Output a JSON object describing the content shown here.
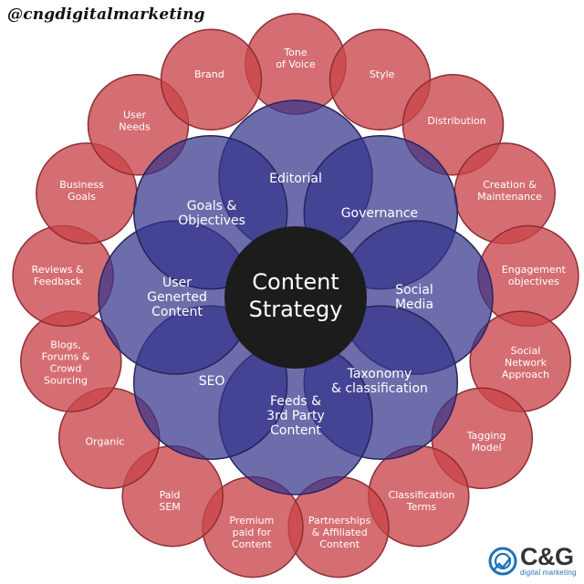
{
  "header": {
    "handle": "@cngdigitalmarketing"
  },
  "colors": {
    "outer_fill": "#c9454a",
    "outer_stroke": "#8e2d34",
    "middle_fill": "#36358a",
    "middle_stroke": "#24245e",
    "center_fill": "#1c1c1c",
    "outer_text": "#ffffff",
    "middle_text": "#ffffff",
    "center_text": "#ffffff",
    "brand_accent": "#1e73b8"
  },
  "center": {
    "lines": [
      "Content",
      "Strategy"
    ]
  },
  "middle_ring": [
    {
      "name": "middle-editorial",
      "lines": [
        "Editorial"
      ]
    },
    {
      "name": "middle-governance",
      "lines": [
        "Governance"
      ]
    },
    {
      "name": "middle-social-media",
      "lines": [
        "Social",
        "Media"
      ]
    },
    {
      "name": "middle-taxonomy",
      "lines": [
        "Taxonomy",
        "& classification"
      ]
    },
    {
      "name": "middle-feeds",
      "lines": [
        "Feeds &",
        "3rd Party",
        "Content"
      ]
    },
    {
      "name": "middle-seo",
      "lines": [
        "SEO"
      ]
    },
    {
      "name": "middle-user-generated",
      "lines": [
        "User",
        "Generted",
        "Content"
      ]
    },
    {
      "name": "middle-goals",
      "lines": [
        "Goals &",
        "Objectives"
      ]
    }
  ],
  "outer_ring": [
    {
      "name": "outer-tone-of-voice",
      "lines": [
        "Tone",
        "of Voice"
      ]
    },
    {
      "name": "outer-style",
      "lines": [
        "Style"
      ]
    },
    {
      "name": "outer-distribution",
      "lines": [
        "Distribution"
      ]
    },
    {
      "name": "outer-creation-maintenance",
      "lines": [
        "Creation &",
        "Maintenance"
      ]
    },
    {
      "name": "outer-engagement-objectives",
      "lines": [
        "Engagement",
        "objectives"
      ]
    },
    {
      "name": "outer-social-network-approach",
      "lines": [
        "Social",
        "Network",
        "Approach"
      ]
    },
    {
      "name": "outer-tagging-model",
      "lines": [
        "Tagging",
        "Model"
      ]
    },
    {
      "name": "outer-classification-terms",
      "lines": [
        "Classification",
        "Terms"
      ]
    },
    {
      "name": "outer-partnerships",
      "lines": [
        "Partnerships",
        "& Affiliated",
        "Content"
      ]
    },
    {
      "name": "outer-premium-paid",
      "lines": [
        "Premium",
        "paid for",
        "Content"
      ]
    },
    {
      "name": "outer-paid-sem",
      "lines": [
        "Paid",
        "SEM"
      ]
    },
    {
      "name": "outer-organic",
      "lines": [
        "Organic"
      ]
    },
    {
      "name": "outer-blogs-forums",
      "lines": [
        "Blogs,",
        "Forums &",
        "Crowd",
        "Sourcing"
      ]
    },
    {
      "name": "outer-reviews-feedback",
      "lines": [
        "Reviews &",
        "Feedback"
      ]
    },
    {
      "name": "outer-business-goals",
      "lines": [
        "Business",
        "Goals"
      ]
    },
    {
      "name": "outer-user-needs",
      "lines": [
        "User",
        "Needs"
      ]
    },
    {
      "name": "outer-brand",
      "lines": [
        "Brand"
      ]
    }
  ],
  "logo": {
    "mark": "C&G",
    "subtitle": "digital marketing",
    "icon": "cg-swirl-logo-icon"
  }
}
